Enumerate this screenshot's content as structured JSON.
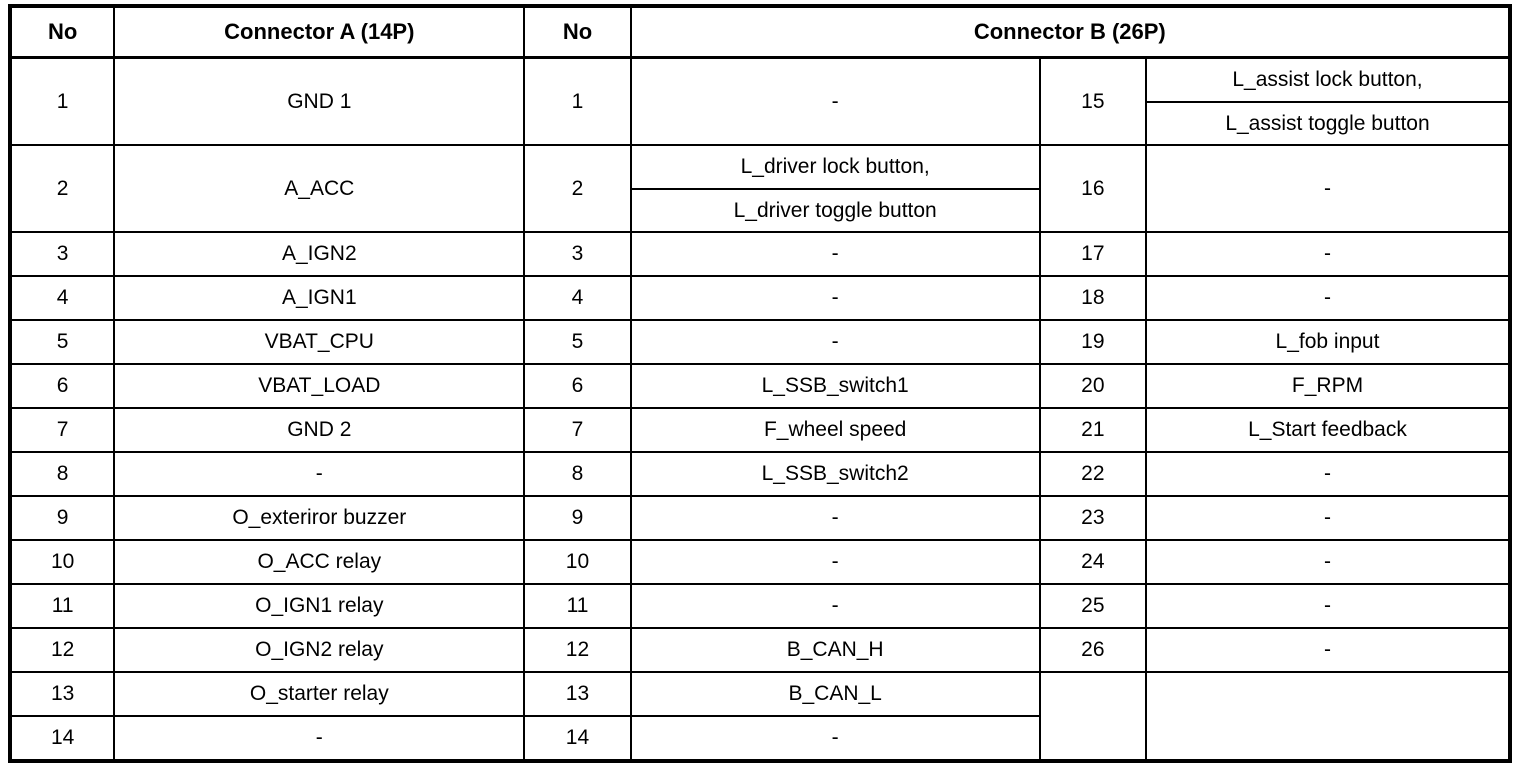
{
  "table": {
    "headers": {
      "no_a": "No",
      "connector_a": "Connector A (14P)",
      "no_b": "No",
      "connector_b": "Connector B (26P)"
    },
    "connector_a_rows": [
      {
        "no": "1",
        "desc": "GND 1"
      },
      {
        "no": "2",
        "desc": "A_ACC"
      },
      {
        "no": "3",
        "desc": "A_IGN2"
      },
      {
        "no": "4",
        "desc": "A_IGN1"
      },
      {
        "no": "5",
        "desc": "VBAT_CPU"
      },
      {
        "no": "6",
        "desc": "VBAT_LOAD"
      },
      {
        "no": "7",
        "desc": "GND 2"
      },
      {
        "no": "8",
        "desc": "-"
      },
      {
        "no": "9",
        "desc": "O_exteriror buzzer"
      },
      {
        "no": "10",
        "desc": "O_ACC relay"
      },
      {
        "no": "11",
        "desc": "O_IGN1 relay"
      },
      {
        "no": "12",
        "desc": "O_IGN2 relay"
      },
      {
        "no": "13",
        "desc": "O_starter relay"
      },
      {
        "no": "14",
        "desc": "-"
      }
    ],
    "connector_b_rows_left": [
      {
        "no": "1",
        "desc": "-"
      },
      {
        "no": "2",
        "desc_line1": "L_driver lock button,",
        "desc_line2": "L_driver toggle button"
      },
      {
        "no": "3",
        "desc": "-"
      },
      {
        "no": "4",
        "desc": "-"
      },
      {
        "no": "5",
        "desc": "-"
      },
      {
        "no": "6",
        "desc": "L_SSB_switch1"
      },
      {
        "no": "7",
        "desc": "F_wheel speed"
      },
      {
        "no": "8",
        "desc": "L_SSB_switch2"
      },
      {
        "no": "9",
        "desc": "-"
      },
      {
        "no": "10",
        "desc": "-"
      },
      {
        "no": "11",
        "desc": "-"
      },
      {
        "no": "12",
        "desc": "B_CAN_H"
      },
      {
        "no": "13",
        "desc": "B_CAN_L"
      },
      {
        "no": "14",
        "desc": "-"
      }
    ],
    "connector_b_rows_right": [
      {
        "no": "15",
        "desc_line1": "L_assist lock button,",
        "desc_line2": "L_assist toggle button"
      },
      {
        "no": "16",
        "desc": "-"
      },
      {
        "no": "17",
        "desc": "-"
      },
      {
        "no": "18",
        "desc": "-"
      },
      {
        "no": "19",
        "desc": "L_fob input"
      },
      {
        "no": "20",
        "desc": "F_RPM"
      },
      {
        "no": "21",
        "desc": "L_Start feedback"
      },
      {
        "no": "22",
        "desc": "-"
      },
      {
        "no": "23",
        "desc": "-"
      },
      {
        "no": "24",
        "desc": "-"
      },
      {
        "no": "25",
        "desc": "-"
      },
      {
        "no": "26",
        "desc": "-"
      }
    ],
    "empty_cell": ""
  },
  "colors": {
    "border": "#000000",
    "background": "#ffffff",
    "text": "#000000"
  }
}
